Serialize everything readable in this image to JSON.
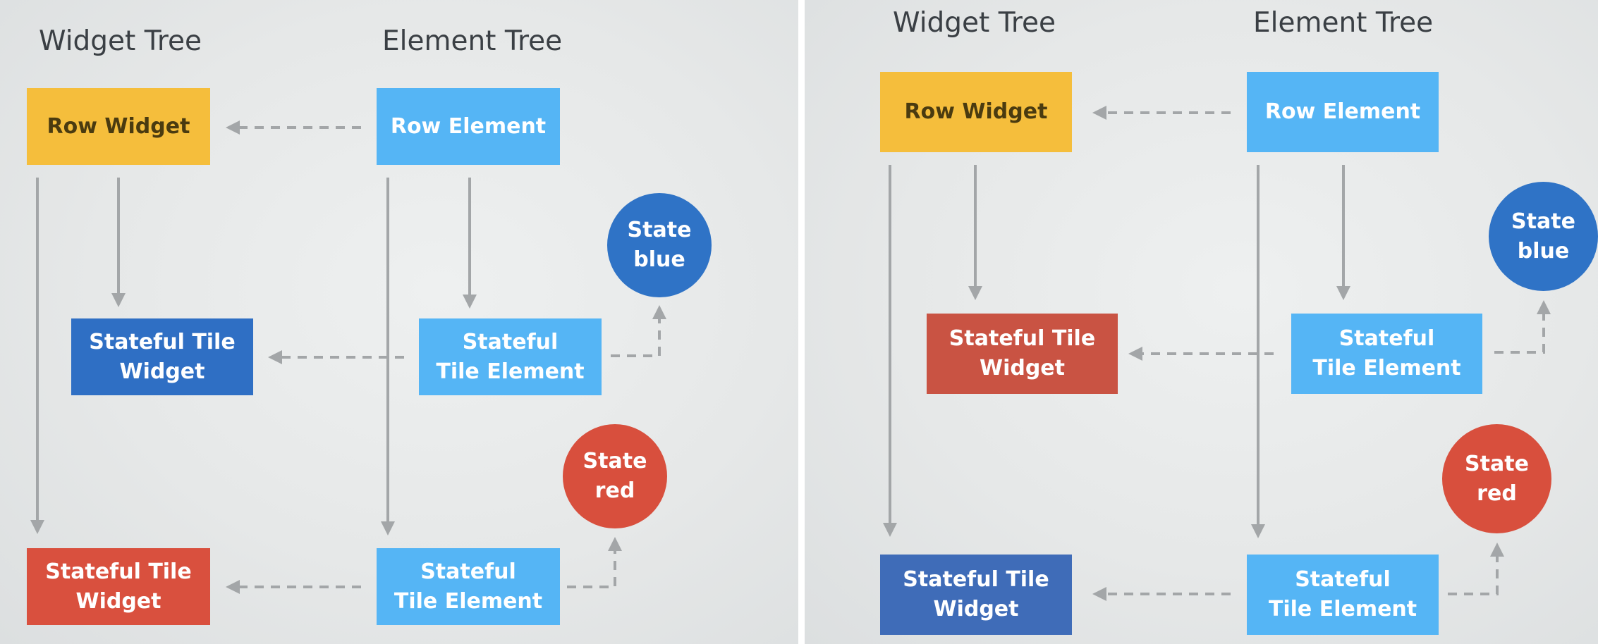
{
  "colors": {
    "row_widget": "#f5be3c",
    "row_widget_text": "#4a3b10",
    "element": "#55b5f5",
    "tile_blue": "#2f6fc4",
    "tile_blue_right": "#3f6cb8",
    "tile_red": "#d9503e",
    "tile_red_right": "#c95343",
    "state_blue": "#2f73c6",
    "state_red": "#d84f3d",
    "arrow": "#a3a6a8"
  },
  "left": {
    "widget_tree_title": "Widget Tree",
    "element_tree_title": "Element Tree",
    "row_widget": "Row Widget",
    "row_element": "Row Element",
    "tile_widget_1": [
      "Stateful Tile",
      "Widget"
    ],
    "tile_element_1": [
      "Stateful",
      "Tile Element"
    ],
    "tile_widget_2": [
      "Stateful Tile",
      "Widget"
    ],
    "tile_element_2": [
      "Stateful",
      "Tile Element"
    ],
    "state_1": [
      "State",
      "blue"
    ],
    "state_2": [
      "State",
      "red"
    ]
  },
  "right": {
    "widget_tree_title": "Widget Tree",
    "element_tree_title": "Element Tree",
    "row_widget": "Row Widget",
    "row_element": "Row Element",
    "tile_widget_1": [
      "Stateful Tile",
      "Widget"
    ],
    "tile_element_1": [
      "Stateful",
      "Tile Element"
    ],
    "tile_widget_2": [
      "Stateful Tile",
      "Widget"
    ],
    "tile_element_2": [
      "Stateful",
      "Tile Element"
    ],
    "state_1": [
      "State",
      "blue"
    ],
    "state_2": [
      "State",
      "red"
    ]
  }
}
